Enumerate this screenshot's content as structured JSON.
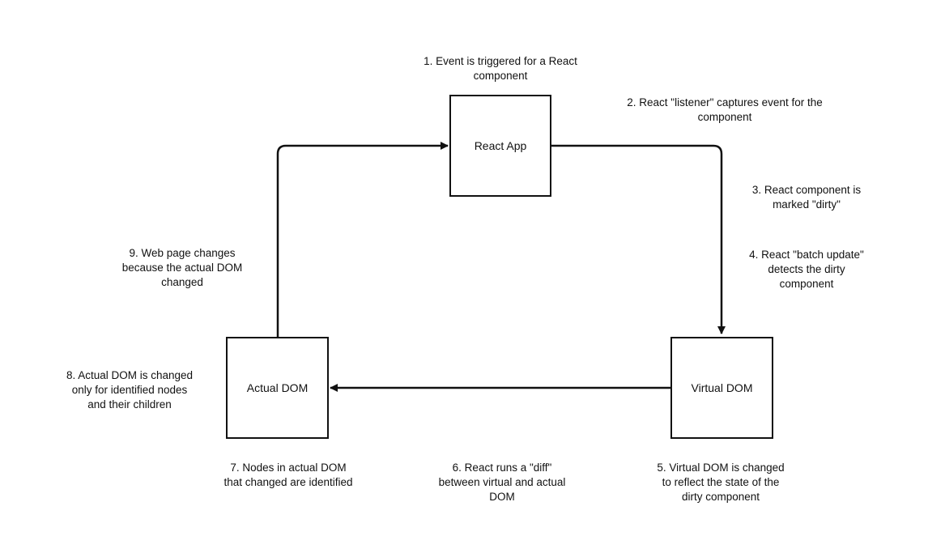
{
  "nodes": {
    "react_app": "React App",
    "virtual_dom": "Virtual DOM",
    "actual_dom": "Actual DOM"
  },
  "steps": {
    "s1": [
      "1. Event is triggered for a React",
      "component"
    ],
    "s2": [
      "2. React \"listener\" captures event for the",
      "component"
    ],
    "s3": [
      "3. React component is",
      "marked \"dirty\""
    ],
    "s4": [
      "4. React \"batch update\"",
      "detects the dirty",
      "component"
    ],
    "s5": [
      "5. Virtual DOM is changed",
      "to reflect the state of the",
      "dirty component"
    ],
    "s6": [
      "6. React runs a \"diff\"",
      "between virtual and actual",
      "DOM"
    ],
    "s7": [
      "7. Nodes in actual DOM",
      "that changed are identified"
    ],
    "s8": [
      "8. Actual DOM is changed",
      "only for identified nodes",
      "and their children"
    ],
    "s9": [
      "9. Web page changes",
      "because the actual DOM",
      "changed"
    ]
  },
  "colors": {
    "stroke": "#111111",
    "background": "#ffffff"
  }
}
